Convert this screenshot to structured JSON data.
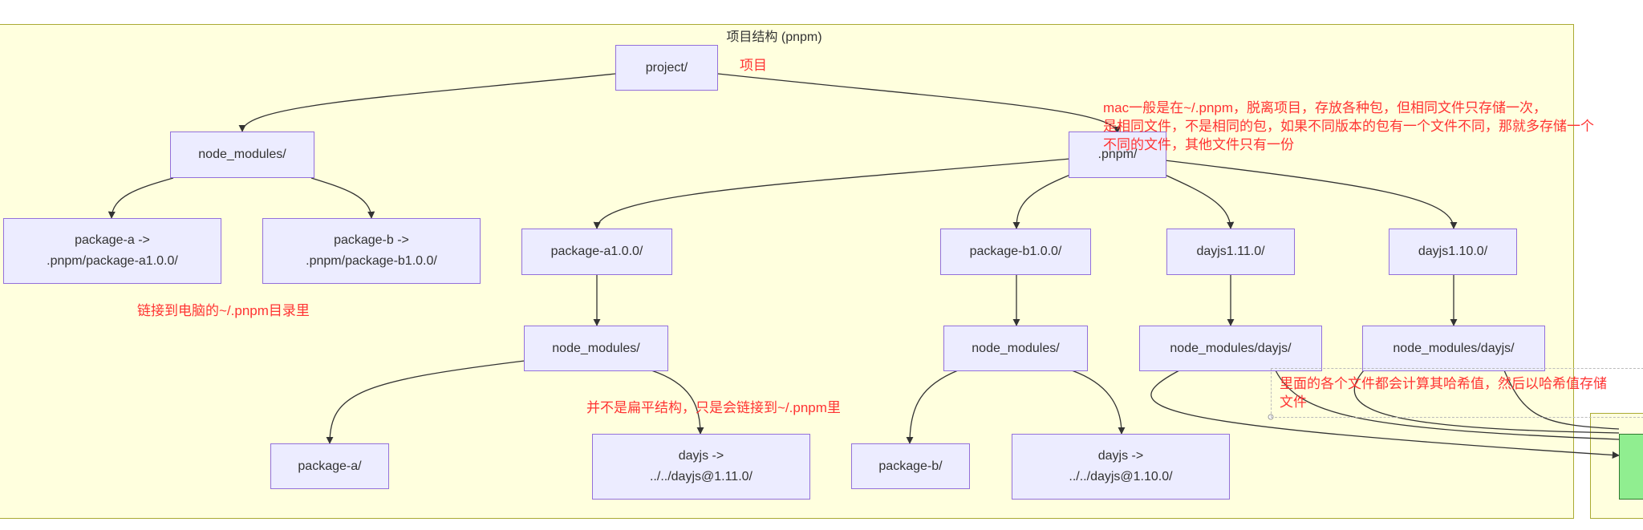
{
  "diagram": {
    "cluster_title": "项目结构 (pnpm)",
    "nodes": {
      "project": "project/",
      "node_modules_root": "node_modules/",
      "pnpm": ".pnpm/",
      "package_a_link": "package-a ->\n.pnpm/package-a1.0.0/",
      "package_b_link": "package-b ->\n.pnpm/package-b1.0.0/",
      "package_a100": "package-a1.0.0/",
      "package_b100": "package-b1.0.0/",
      "dayjs1110": "dayjs1.11.0/",
      "dayjs1100": "dayjs1.10.0/",
      "nm_a": "node_modules/",
      "nm_b": "node_modules/",
      "nm_dayjs_1110": "node_modules/dayjs/",
      "nm_dayjs_1100": "node_modules/dayjs/",
      "package_a": "package-a/",
      "dayjs_link_1110": "dayjs ->\n../../dayjs@1.11.0/",
      "package_b": "package-b/",
      "dayjs_link_1100": "dayjs ->\n../../dayjs@1.10.0/"
    },
    "notes": {
      "project_note": "项目",
      "pnpm_note": "mac一般是在~/.pnpm，脱离项目，存放各种包，但相同文件只存储一次，\n是相同文件，不是相同的包，如果不同版本的包有一个文件不同，那就多存储一个\n不同的文件，其他文件只有一份",
      "link_note": "链接到电脑的~/.pnpm目录里",
      "flat_note": "并不是扁平结构，只是会链接到~/.pnpm里",
      "hash_note": "里面的各个文件都会计算其哈希值，然后以哈希值存储\n文件"
    },
    "colors": {
      "node_fill": "#ececff",
      "node_border": "#9370db",
      "cluster_fill": "#ffffde",
      "cluster_border": "#aaaa33",
      "note_text": "#ff3333",
      "store_fill": "#90ee90"
    }
  }
}
